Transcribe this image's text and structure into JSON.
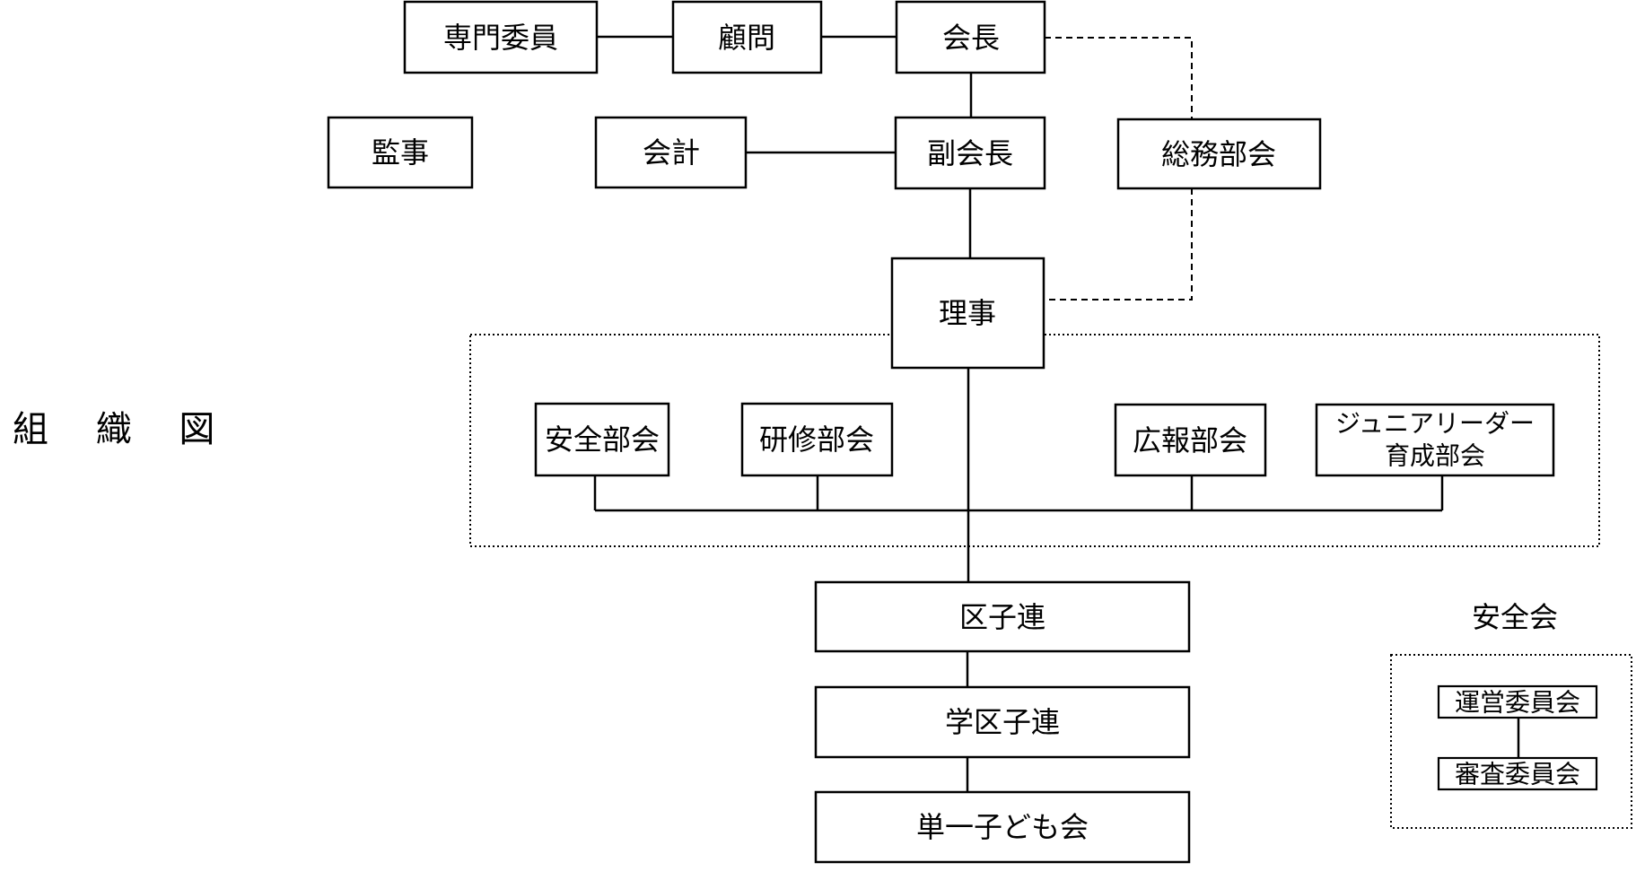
{
  "title": "組 織 図",
  "nodes": {
    "senmon_iin": "専門委員",
    "komon": "顧問",
    "kaicho": "会長",
    "kanji": "監事",
    "kaikei": "会計",
    "fukukaicho": "副会長",
    "somu_bukai": "総務部会",
    "riji": "理事",
    "anzen_bukai": "安全部会",
    "kenshu_bukai": "研修部会",
    "koho_bukai": "広報部会",
    "junior_bukai_line1": "ジュニアリーダー",
    "junior_bukai_line2": "育成部会",
    "kukoren": "区子連",
    "gakku_kukoren": "学区子連",
    "tan_kodomokai": "単一子ども会"
  },
  "anzenkai": {
    "heading": "安全会",
    "unei_iinkai": "運営委員会",
    "shinsa_iinkai": "審査委員会"
  }
}
